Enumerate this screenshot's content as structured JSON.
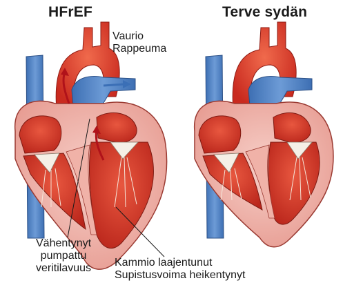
{
  "titles": {
    "left": "HFrEF",
    "right": "Terve sydän"
  },
  "annotations": {
    "damage_line1": "Vaurio",
    "damage_line2": "Rappeuma",
    "volume_line1": "Vähentynyt",
    "volume_line2": "pumpattu",
    "volume_line3": "veritilavuus",
    "ventricle_line1": "Kammio laajentunut",
    "ventricle_line2": "Supistusvoima heikentynyt"
  },
  "colors": {
    "aorta_red": "#e23b2e",
    "vein_blue": "#4f86c6",
    "pink_wall": "#f2b8b0",
    "chamber_red": "#d93a2b",
    "valve_white": "#f5efe6",
    "arrow_dark_red": "#b0121a",
    "arrow_blue": "#3b6fb6"
  }
}
